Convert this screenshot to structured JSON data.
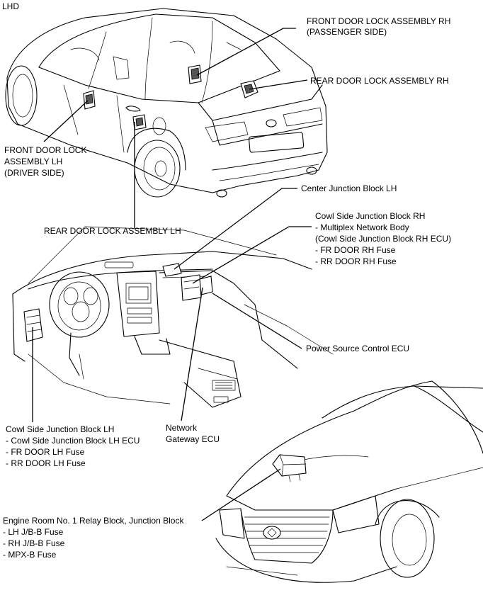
{
  "header": {
    "lhd": "LHD"
  },
  "labels": {
    "front_door_rh": [
      "FRONT DOOR LOCK ASSEMBLY RH",
      "(PASSENGER SIDE)"
    ],
    "rear_door_rh": [
      "REAR DOOR LOCK ASSEMBLY RH"
    ],
    "front_door_lh": [
      "FRONT DOOR LOCK",
      "ASSEMBLY LH",
      "(DRIVER SIDE)"
    ],
    "rear_door_lh": [
      "REAR DOOR LOCK ASSEMBLY LH"
    ],
    "center_jb_lh": [
      "Center Junction Block LH"
    ],
    "cowl_jb_rh": [
      "Cowl Side Junction Block RH",
      " - Multiplex Network Body",
      "(Cowl Side Junction Block RH ECU)",
      "- FR DOOR RH Fuse",
      "- RR DOOR RH Fuse"
    ],
    "power_source_ecu": [
      "Power Source Control ECU"
    ],
    "cowl_jb_lh": [
      "Cowl Side Junction Block LH",
      "- Cowl Side Junction Block LH ECU",
      "- FR DOOR LH Fuse",
      "- RR DOOR LH Fuse"
    ],
    "network_gateway": [
      "Network",
      "Gateway ECU"
    ],
    "engine_room_block": [
      "Engine Room No. 1 Relay Block, Junction Block",
      "- LH J/B-B Fuse",
      "- RH J/B-B Fuse",
      "- MPX-B Fuse"
    ]
  }
}
